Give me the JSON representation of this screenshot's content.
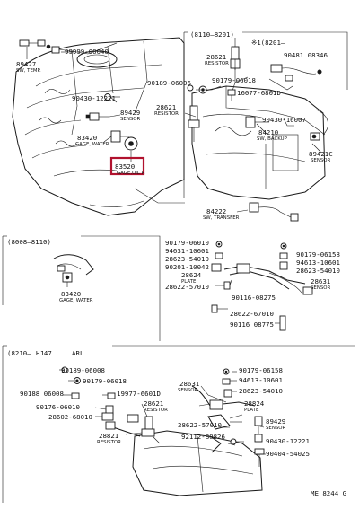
{
  "colors": {
    "ink": "#1a1a1a",
    "highlight": "#b1122e",
    "paper": "#ffffff"
  },
  "headers": {
    "h1": "(8110—8201)",
    "h2": "※1(8201—",
    "h3": "(8008—8110)",
    "h4": "(8210—",
    "h5": "HJ47 . . ARL"
  },
  "labels": {
    "p89427": "89427",
    "p89427_d": "SW, TEMP.",
    "p99999": "99999-00040",
    "p28621a": "28621",
    "p28621a_d": "RESISTOR",
    "p90481": "90481 08346",
    "p90189": "90189-06006",
    "p90179a": "90179-06018",
    "p90430a": "90430-12221",
    "p16077": "16077-6801D",
    "p28621b": "28621",
    "p28621b_d": "RESISTOR",
    "p89429a": "89429",
    "p89429a_d": "SENSOR",
    "p90430b": "90430-16007",
    "p83420a": "83420",
    "p83420a_d": "GAGE, WATER",
    "p84210": "84210",
    "p84210_d": "SW, BACKUP",
    "p89421": "89421C",
    "p89421_d": "SENSOR",
    "p83520": "83520",
    "p83520_d": "GAGE,OIL P.",
    "p84222": "84222",
    "p84222_d": "SW, TRANSFER",
    "p90179b": "90179-06010",
    "p90179c": "90179-06158",
    "p94631a": "94631-10601",
    "p94613a": "94613-10601",
    "p28623a": "28623-54010",
    "p28623b": "28623-54010",
    "p90201": "90201-10042",
    "p28624a": "28624",
    "p28624a_d": "PLATE",
    "p28631a": "28631",
    "p28631a_d": "SENSOR",
    "p28622a": "28622-57010",
    "p90116a": "90116-08275",
    "p28622b": "28622-67010",
    "p90116b": "90116 08775",
    "p83420b": "83420",
    "p83420b_d": "GAGE, WATER",
    "p90189b": "90189-06008",
    "p90179d": "90179-06018",
    "p90179e": "90179-06158",
    "p94613b": "94613-10601",
    "p90188": "90188 06008",
    "p19977": "19977-6601D",
    "p28631b": "28631",
    "p28631b_d": "SENSOR",
    "p28623c": "28623-54010",
    "p90176": "90176-06010",
    "p28602": "28602-68010",
    "p28621c": "28621",
    "p28621c_d": "RESISTOR",
    "p28824": "28824",
    "p28824_d": "PLATE",
    "p28622c": "28622-57010",
    "p89429b": "89429",
    "p89429b_d": "SENSOR",
    "p28821": "28821",
    "p28821_d": "RESISTOR",
    "p92112": "92112-80826",
    "p90430c": "90430-12221",
    "p90404": "90404-54025",
    "footer": "ME 8244 G"
  }
}
